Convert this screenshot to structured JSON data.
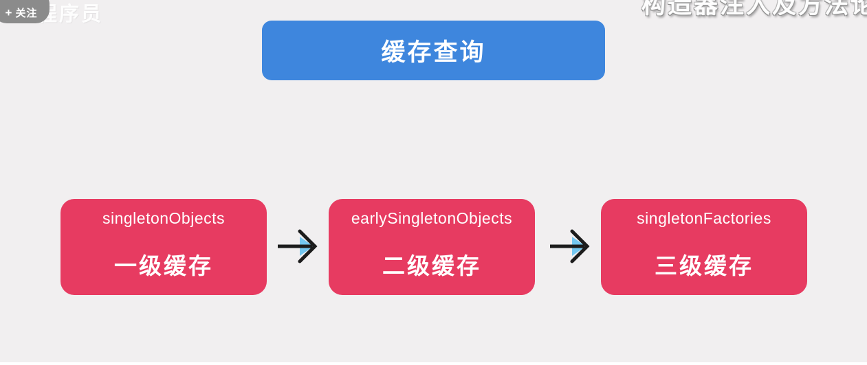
{
  "colors": {
    "canvas-bg": "#F1EFF0",
    "accent-blue": "#3E86DD",
    "cache-red": "#E73B61",
    "overlay-gray": "#8B8B8B",
    "arrow-black": "#1C1C1C",
    "arrow-accent": "#74C7F0"
  },
  "overlay": {
    "follow_button": {
      "plus": "+",
      "label": "关注"
    },
    "watermark": "程序员",
    "top_right_title_partial": "构造器注入及方法论"
  },
  "diagram": {
    "title": "缓存查询",
    "boxes": [
      {
        "en": "singletonObjects",
        "cn": "一级缓存"
      },
      {
        "en": "earlySingletonObjects",
        "cn": "二级缓存"
      },
      {
        "en": "singletonFactories",
        "cn": "三级缓存"
      }
    ]
  }
}
